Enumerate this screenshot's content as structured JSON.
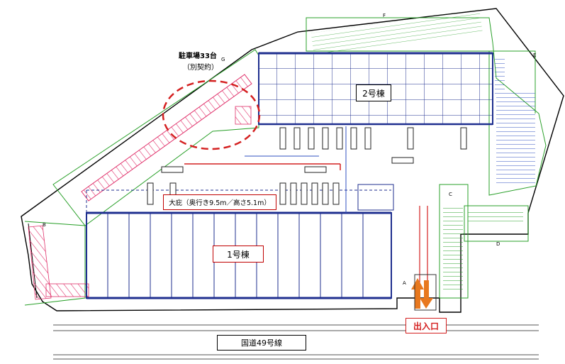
{
  "labels": {
    "parking": "駐車場33台",
    "parking_note": "（別契約）",
    "building2": "2号棟",
    "building1": "1号棟",
    "canopy": "大庇（奥行き9.5m／高さ5.1m）",
    "entrance": "出入口",
    "road": "国道49号線",
    "area_f": "F",
    "area_e": "E",
    "area_g": "G",
    "area_b": "B",
    "area_c": "C",
    "area_d": "D",
    "area_a": "A"
  },
  "colors": {
    "building_line": "#1f2f8f",
    "site_outline": "#000000",
    "parking_green": "#2aa02a",
    "parking_red": "#e0306a",
    "highlight_red": "#d42020",
    "arrow_orange": "#e8781e",
    "truck_blue": "#3050c0"
  },
  "icons": [
    "entrance-arrow-icon",
    "exit-arrow-icon",
    "truck-icon",
    "parking-circle-highlight"
  ]
}
